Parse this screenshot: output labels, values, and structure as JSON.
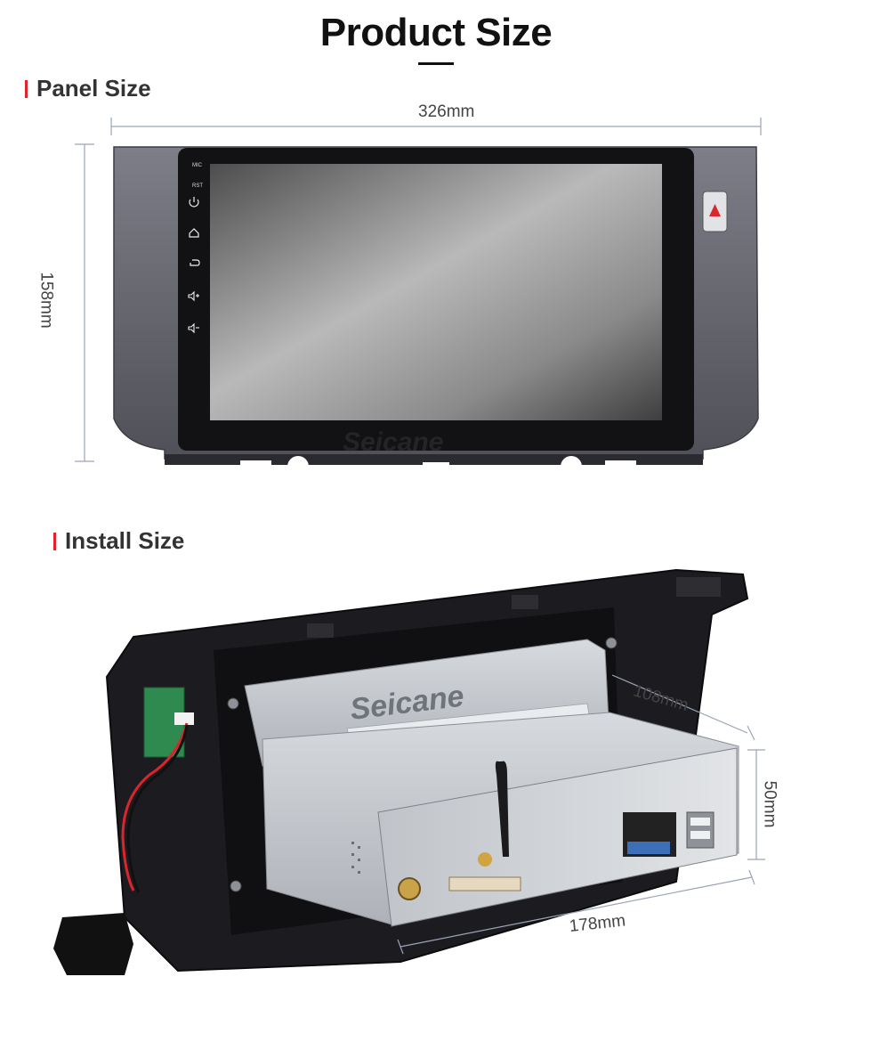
{
  "page": {
    "title": "Product Size"
  },
  "panel": {
    "heading": "Panel Size",
    "width_label": "326mm",
    "height_label": "158mm",
    "side_buttons": [
      "MIC",
      "RST"
    ],
    "side_icons": [
      "power-icon",
      "home-icon",
      "back-icon",
      "volume-up-icon",
      "volume-down-icon"
    ],
    "hazard_icon": "hazard-triangle-icon",
    "brand": "Seicane"
  },
  "install": {
    "heading": "Install Size",
    "depth_label": "108mm",
    "height_label": "50mm",
    "width_label": "178mm",
    "brand": "Seicane"
  },
  "colors": {
    "accent": "#e0242b",
    "dimension_line": "#9aa4b8",
    "bezel": "#6f7079",
    "screen_dark": "#5a5a5a",
    "chassis": "#c9ccd1"
  }
}
